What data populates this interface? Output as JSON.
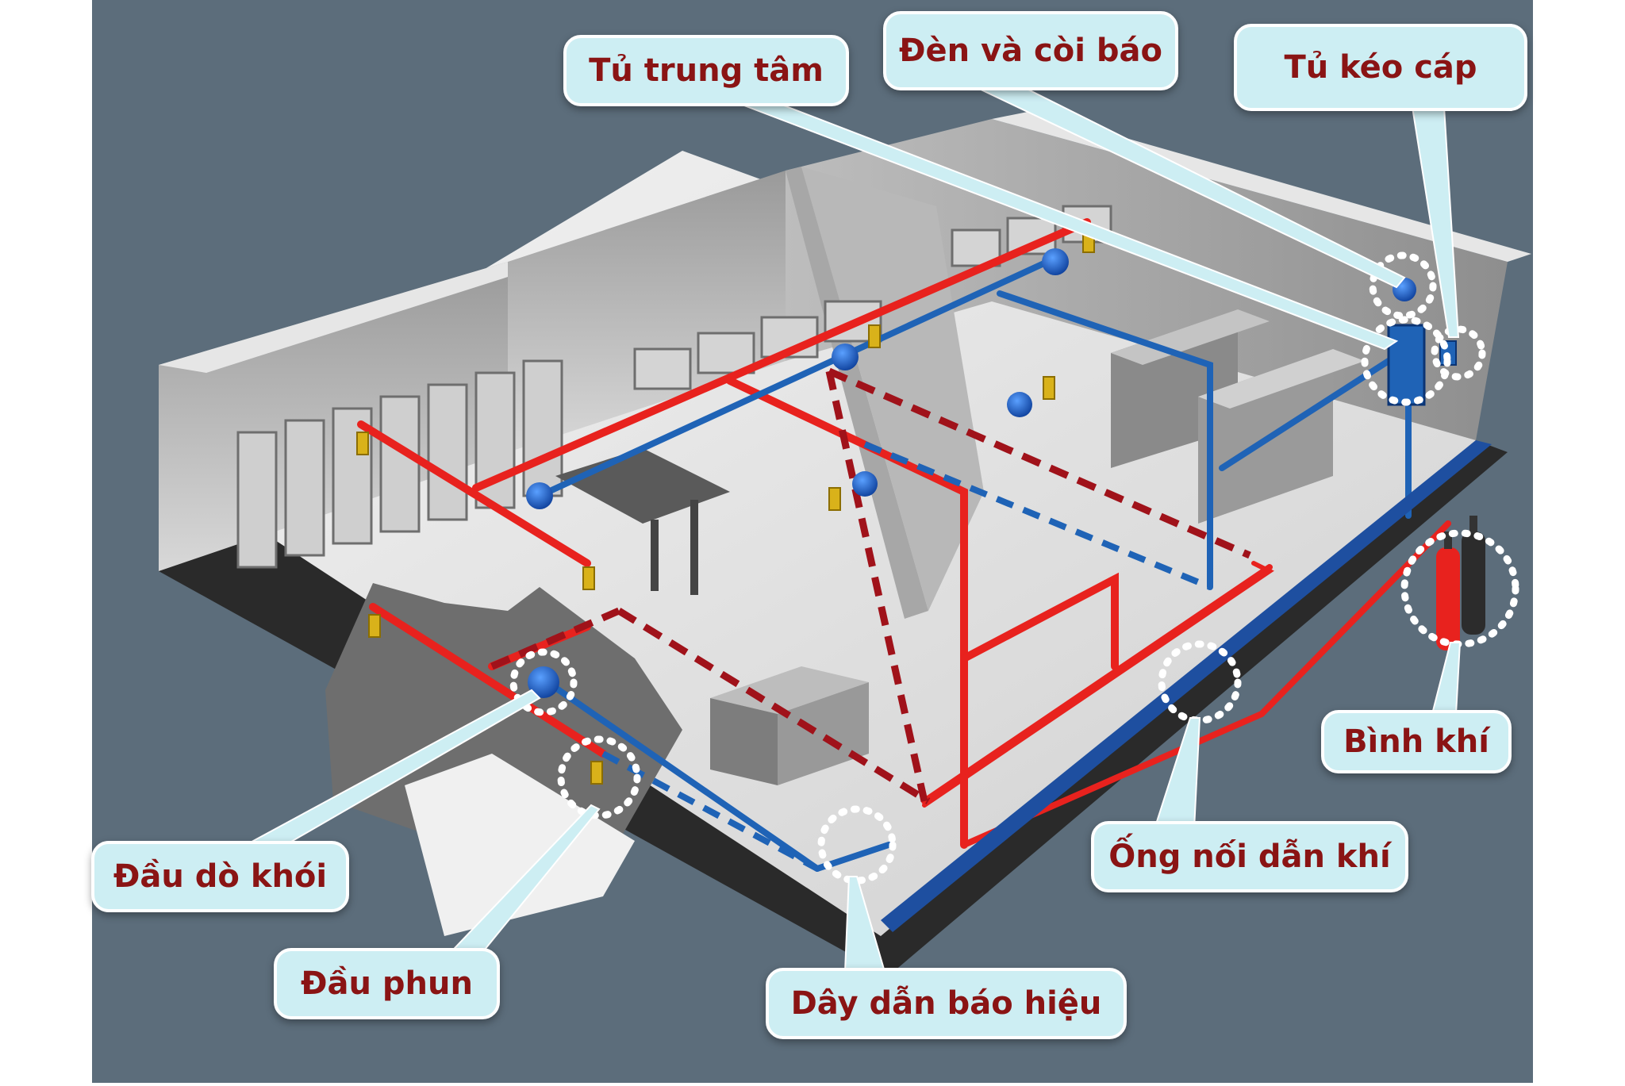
{
  "colors": {
    "background": "#5c6d7b",
    "sprinkler_pipe": "#e8221e",
    "signal_wire": "#1f63b6",
    "callout_fill": "#cdeef3",
    "callout_text": "#8a1414"
  },
  "labels": {
    "control_panel": "Tủ trung tâm",
    "light_siren": "Đèn và còi báo",
    "pull_station": "Tủ kéo cáp",
    "gas_cylinder": "Bình khí",
    "gas_pipe": "Ống nối dẫn khí",
    "signal_wire": "Dây dẫn báo hiệu",
    "nozzle": "Đầu phun",
    "smoke_detector": "Đầu dò khói"
  }
}
